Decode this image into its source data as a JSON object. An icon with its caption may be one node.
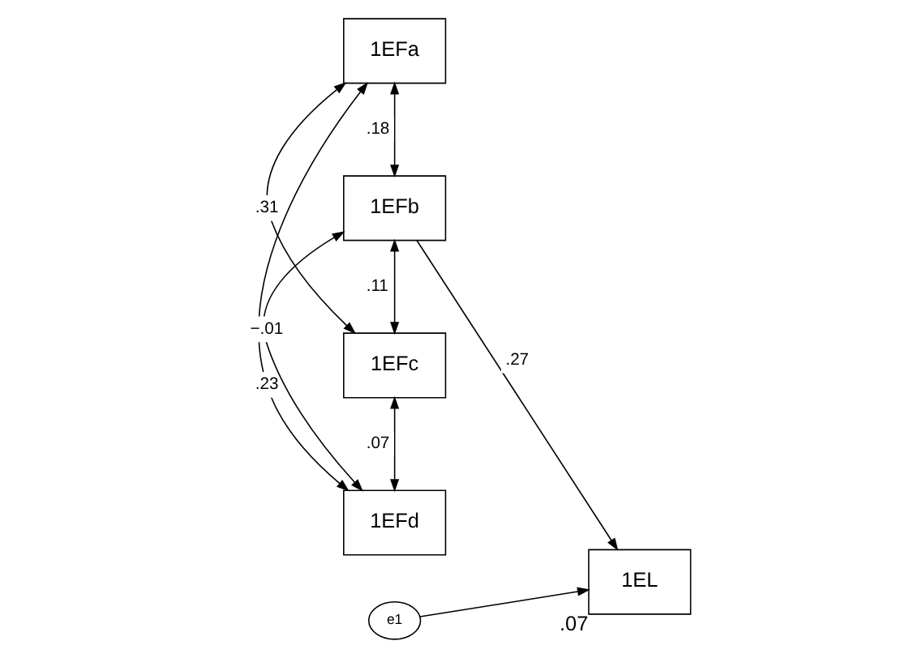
{
  "diagram": {
    "nodes": [
      {
        "text": [
          "1EFa"
        ]
      },
      {
        "text": [
          "1EFb"
        ]
      },
      {
        "text": [
          "1EFc"
        ]
      },
      {
        "text": [
          "1EFd"
        ]
      },
      {
        "text": [
          "e1"
        ]
      },
      {
        "text": [
          "1EL"
        ],
        "beside": [
          ".07"
        ]
      }
    ],
    "edges": [
      {
        "from": 0,
        "to": 1,
        "arrow": "both",
        "label": ".18"
      },
      {
        "from": 0,
        "to": 2,
        "arrow": "both",
        "label": ".31"
      },
      {
        "from": 0,
        "to": 3,
        "arrow": "both",
        "label": ".23"
      },
      {
        "from": 1,
        "to": 2,
        "arrow": "both",
        "label": ".11"
      },
      {
        "from": 1,
        "to": 3,
        "arrow": "both",
        "label": "−.01"
      },
      {
        "from": 2,
        "to": 3,
        "arrow": "both",
        "label": ".07"
      },
      {
        "from": 1,
        "to": 5,
        "arrow": "to",
        "label": ".27"
      },
      {
        "from": 4,
        "to": 5,
        "arrow": "to"
      }
    ]
  }
}
